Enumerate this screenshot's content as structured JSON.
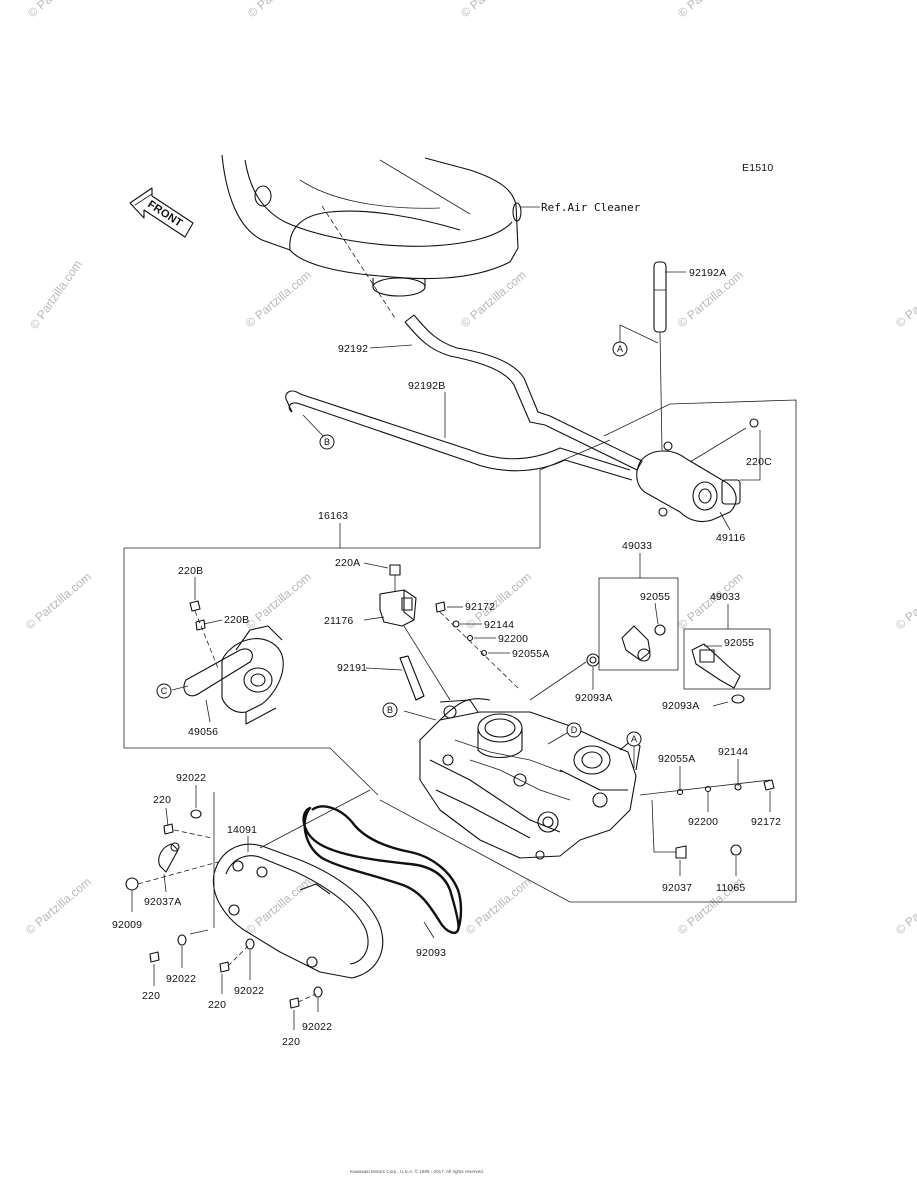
{
  "diagram_code": "E1510",
  "watermark_text": "© Partzilla.com",
  "front_label": "FRONT",
  "ref_note": "Ref.Air Cleaner",
  "copyright": "Kawasaki Motors Corp., U.S.A. © 1995 - 2017. All rights reserved.",
  "circle_refs": {
    "a": "A",
    "b": "B",
    "c": "C",
    "d": "D"
  },
  "part_labels": {
    "p92192A": "92192A",
    "p92192": "92192",
    "p92192B": "92192B",
    "p220C": "220C",
    "p49116": "49116",
    "p16163": "16163",
    "p220A": "220A",
    "p220B_top": "220B",
    "p220B_mid": "220B",
    "p21176": "21176",
    "p92172_top": "92172",
    "p92144_top": "92144",
    "p92200_top": "92200",
    "p92055A_top": "92055A",
    "p49033_left": "49033",
    "p92055_left": "92055",
    "p49033_right": "49033",
    "p92055_right": "92055",
    "p92093A_left": "92093A",
    "p92093A_right": "92093A",
    "p92191": "92191",
    "p49056": "49056",
    "p92055A_right": "92055A",
    "p92144_right": "92144",
    "p92200_right": "92200",
    "p92172_right": "92172",
    "p92037": "92037",
    "p11065": "11065",
    "p92022_a": "92022",
    "p220_a": "220",
    "p14091": "14091",
    "p92037A": "92037A",
    "p92009": "92009",
    "p92022_b": "92022",
    "p220_b": "220",
    "p92022_c": "92022",
    "p220_c": "220",
    "p92022_d": "92022",
    "p220_d": "220",
    "p92093": "92093"
  }
}
